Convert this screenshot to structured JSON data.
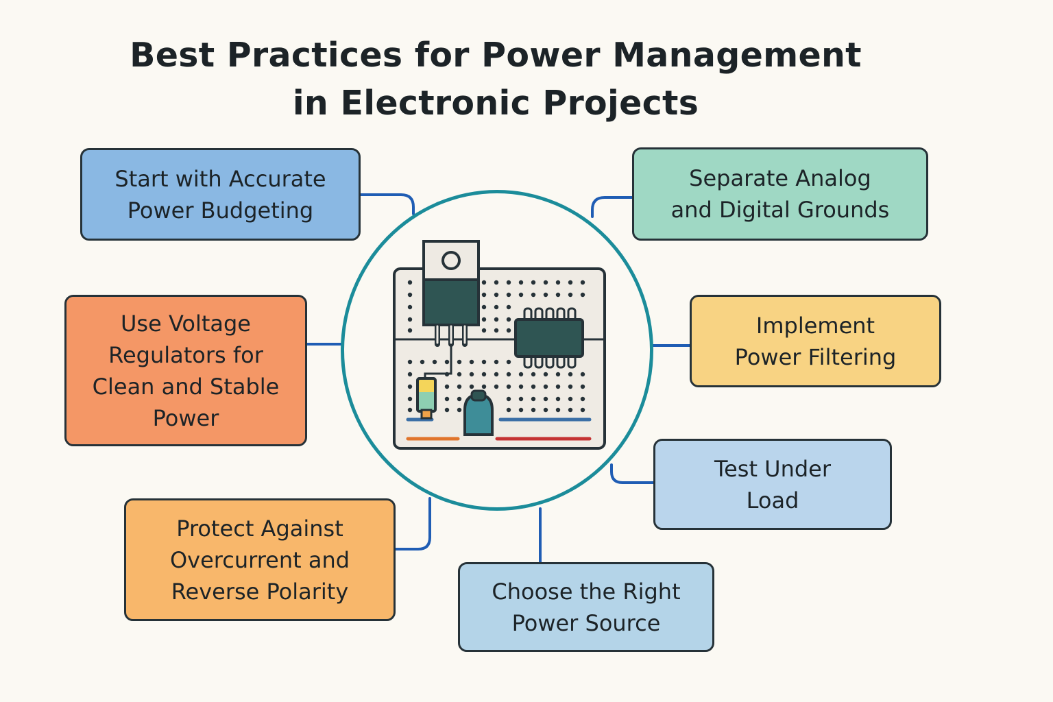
{
  "title": {
    "line1": "Best Practices for Power Management",
    "line2": "in Electronic Projects"
  },
  "practices": [
    {
      "id": "power-budgeting",
      "lines": [
        "Start with Accurate",
        "Power Budgeting"
      ],
      "color": "#8ab8e3"
    },
    {
      "id": "voltage-regulators",
      "lines": [
        "Use Voltage",
        "Regulators for",
        "Clean and Stable",
        "Power"
      ],
      "color": "#f49766"
    },
    {
      "id": "overcurrent-protection",
      "lines": [
        "Protect Against",
        "Overcurrent and",
        "Reverse Polarity"
      ],
      "color": "#f8b76b"
    },
    {
      "id": "power-source",
      "lines": [
        "Choose the Right",
        "Power Source"
      ],
      "color": "#b4d4e8"
    },
    {
      "id": "test-under-load",
      "lines": [
        "Test Under",
        "Load"
      ],
      "color": "#bad5ec"
    },
    {
      "id": "power-filtering",
      "lines": [
        "Implement",
        "Power Filtering"
      ],
      "color": "#f8d383"
    },
    {
      "id": "separate-grounds",
      "lines": [
        "Separate Analog",
        "and Digital Grounds"
      ],
      "color": "#9fd8c4"
    }
  ],
  "colors": {
    "hub_ring": "#1b8c9a",
    "connector": "#1f5db4",
    "board_fill": "#efebe4",
    "chip_fill": "#2f5553",
    "rail_red": "#c43232",
    "rail_orange": "#e0742b",
    "rail_blue": "#3b6fa6"
  },
  "icons": [
    "breadboard-icon",
    "voltage-regulator-icon",
    "ic-chip-icon",
    "capacitor-icon",
    "resistor-icon"
  ]
}
